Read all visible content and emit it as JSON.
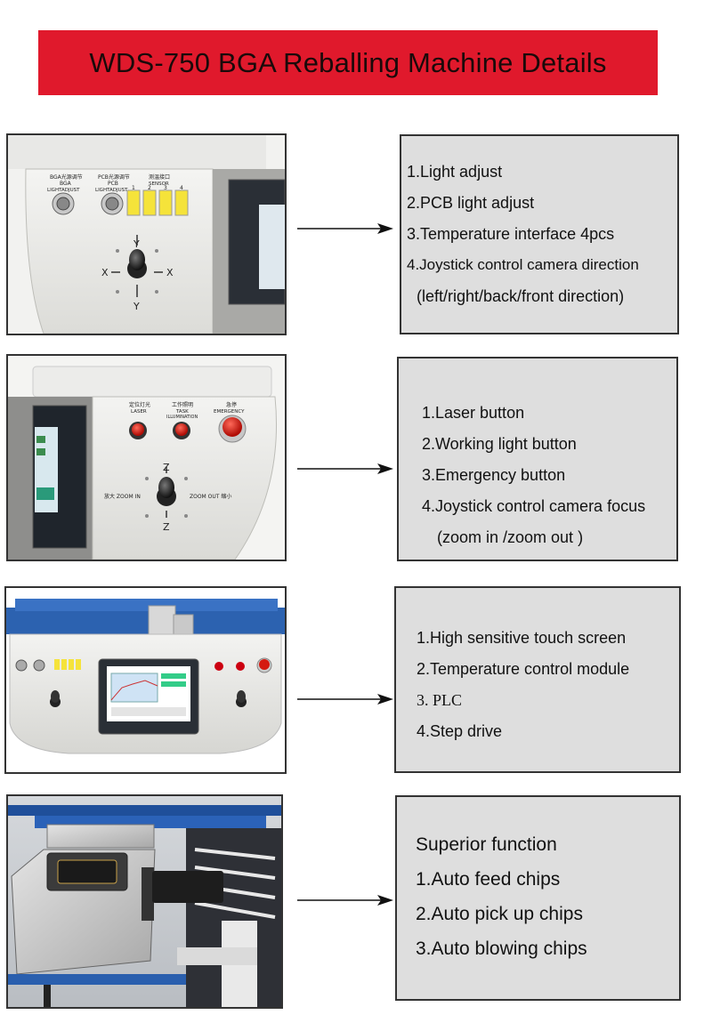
{
  "title": "WDS-750 BGA Reballing Machine Details",
  "colors": {
    "banner": "#e0192c",
    "box_bg": "#dedede",
    "border": "#333333"
  },
  "sections": [
    {
      "lines": [
        "1.Light adjust",
        "2.PCB light adjust",
        "3.Temperature interface 4pcs",
        "4.Joystick control camera direction",
        "(left/right/back/front direction)"
      ],
      "photo_labels": {
        "knob1": "BGA光源调节",
        "knob1_sub": "BGA",
        "knob1_en": "LIGHTADJUST",
        "knob2": "PCB光源调节",
        "knob2_sub": "PCB",
        "knob2_en": "LIGHTADJUST",
        "sensor_cn": "测温接口",
        "sensor_en": "SENSOR",
        "sensor_nums": [
          "1",
          "2",
          "3",
          "4"
        ],
        "y_top": "Y",
        "y_bottom": "Y",
        "x_left": "X",
        "x_right": "X"
      }
    },
    {
      "lines": [
        "1.Laser button",
        "2.Working  light button",
        "3.Emergency button",
        "4.Joystick control camera focus",
        "(zoom in /zoom out )"
      ],
      "photo_labels": {
        "laser_cn": "定位灯光",
        "laser_en": "LASER",
        "task_cn": "工作照明",
        "task_en": "TASK",
        "task_en2": "ILLUMINATION",
        "emerg_cn": "急停",
        "emerg_en": "EMERGENCY",
        "z_top": "Z",
        "z_bottom": "Z",
        "zoom_in": "放大 ZOOM IN",
        "zoom_out": "ZOOM OUT 缩小"
      }
    },
    {
      "lines": [
        "1.High sensitive touch screen",
        "2.Temperature control module",
        "3. PLC",
        "4.Step drive"
      ]
    },
    {
      "lines": [
        "Superior function",
        "1.Auto feed chips",
        "2.Auto pick up chips",
        "3.Auto blowing chips"
      ]
    }
  ]
}
